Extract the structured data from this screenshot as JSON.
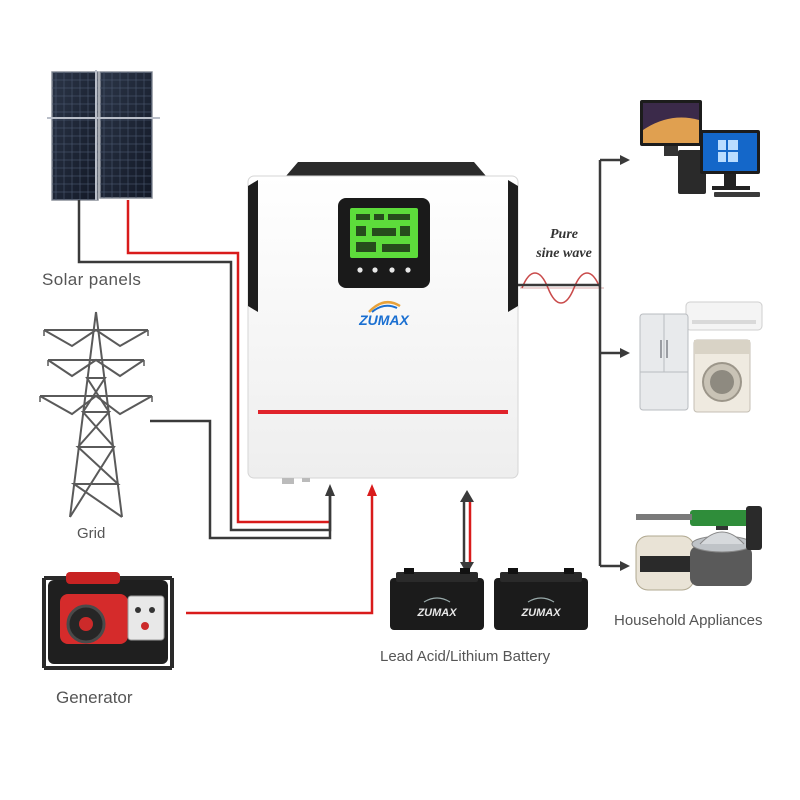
{
  "labels": {
    "solar_panels": "Solar panels",
    "grid": "Grid",
    "generator": "Generator",
    "battery": "Lead Acid/Lithium Battery",
    "household": "Household Appliances",
    "pure_line1": "Pure",
    "pure_line2": "sine wave"
  },
  "brand": {
    "name": "ZUMAX",
    "color": "#1a6fd1",
    "accent": "#e8a23a"
  },
  "colors": {
    "dc_line": "#d91b1b",
    "neutral_line": "#3a3a3a",
    "inverter_stripe": "#e0232b",
    "screen": "#5ddc3b"
  },
  "icons": {
    "solar": "solar-panel-icon",
    "grid": "transmission-tower-icon",
    "generator": "generator-icon",
    "inverter": "inverter-icon",
    "battery": "battery-icon",
    "computer": "computer-icon",
    "appliances": "fridge-washer-icon",
    "kitchen": "kitchen-appliances-icon"
  }
}
